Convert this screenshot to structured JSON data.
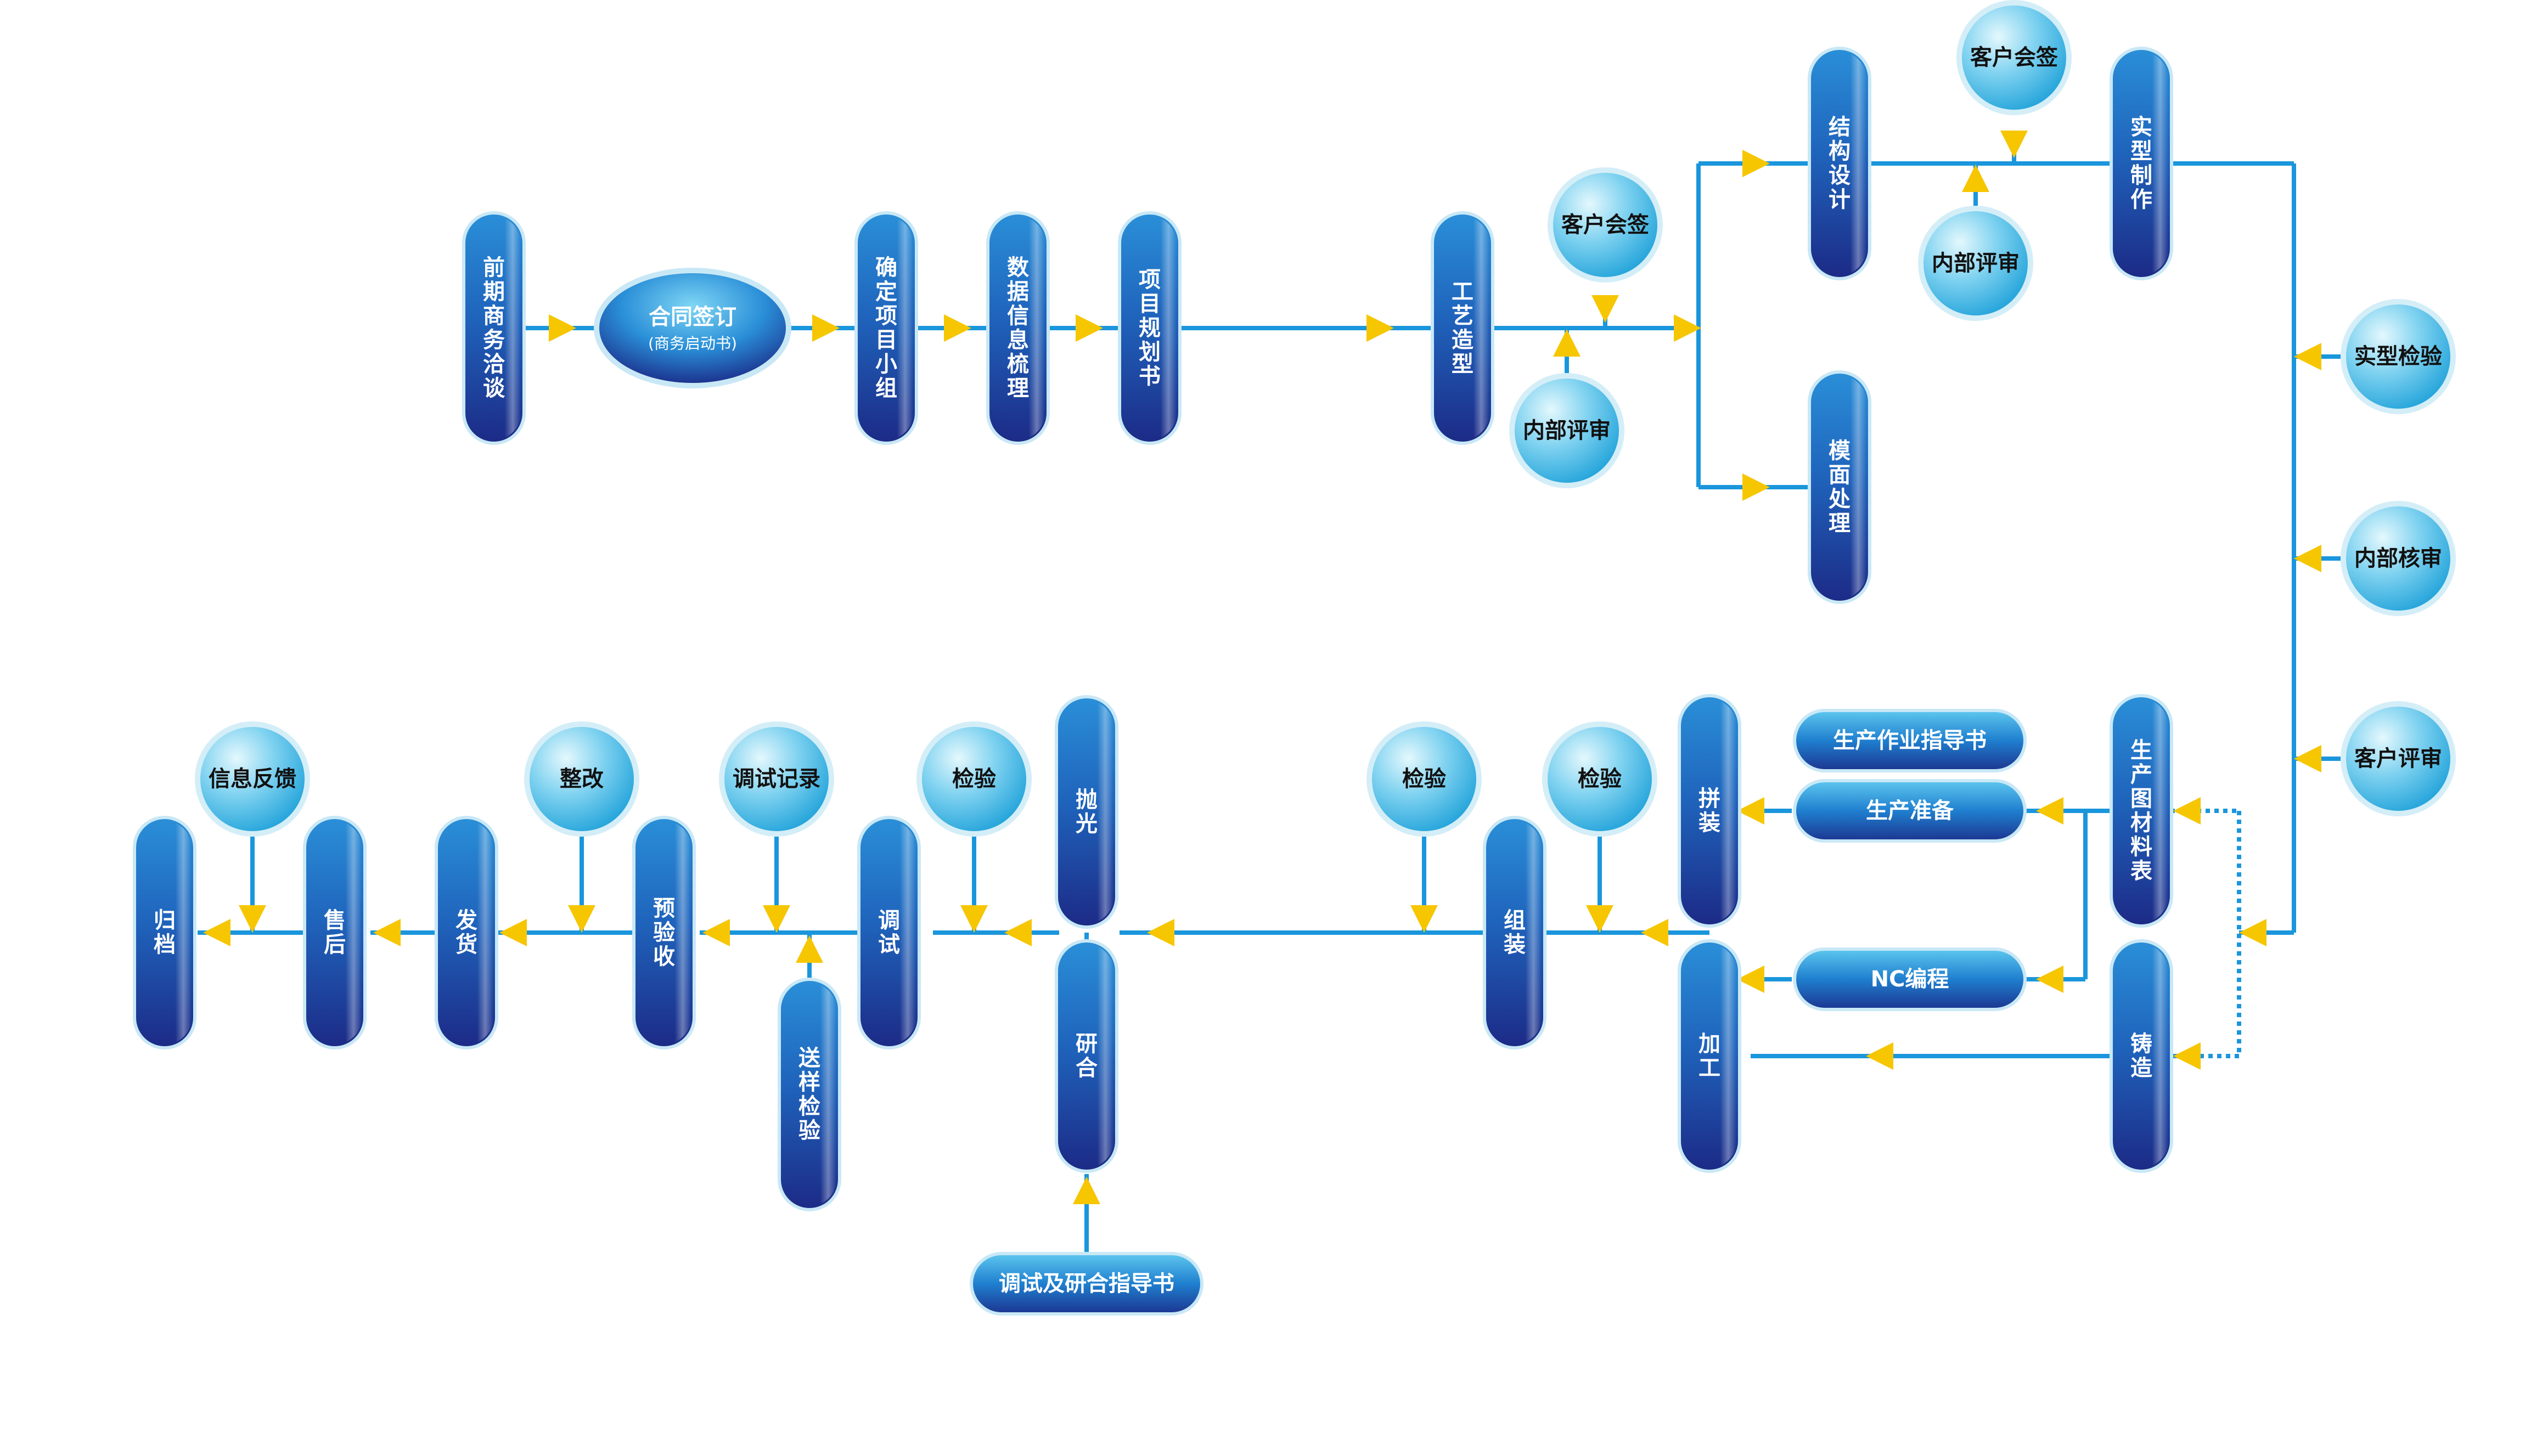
{
  "colors": {
    "line": "#1a96dc",
    "arrow": "#f6c600",
    "pill_top": "#1f7fcf",
    "pill_bottom": "#1f2f8c",
    "circle_light": "#d6f3fc",
    "circle_dark": "#1fa4dc"
  },
  "nodes": {
    "qianqi": "前期商务洽谈",
    "hetong": "合同签订",
    "hetong_sub": "(商务启动书)",
    "queding": "确定项目小组",
    "shuju": "数据信息梳理",
    "xiangmu": "项目规划书",
    "gongyi": "工艺造型",
    "kehu_huiqian_1": "客户会签",
    "neibu_pingshen_1": "内部评审",
    "jiegou": "结构设计",
    "kehu_huiqian_2": "客户会签",
    "neibu_pingshen_2": "内部评审",
    "shixing": "实型制作",
    "momian": "模面处理",
    "shixing_jianyan": "实型检验",
    "neibu_heshen": "内部核审",
    "kehu_pingshen": "客户评审",
    "shengchantu": "生产图材料表",
    "zhuzao": "铸造",
    "zuoye_zhidaoshu": "生产作业指导书",
    "shengchan_zhunbei": "生产准备",
    "nc": "NC编程",
    "pinzhuang": "拼装",
    "jiagong": "加工",
    "jianyan_a": "检验",
    "jianyan_b": "检验",
    "zuzhuang": "组装",
    "paoguang": "抛光",
    "yanhe": "研合",
    "tiaoshi_zhidaoshu": "调试及研合指导书",
    "jianyan_c": "检验",
    "tiaoshi": "调试",
    "tiaoshi_jilu": "调试记录",
    "songyang": "送样检验",
    "yanshou": "预验收",
    "zhenggai": "整改",
    "fahuo": "发货",
    "shouhou": "售后",
    "xinxi_fankui": "信息反馈",
    "guidang": "归档"
  }
}
